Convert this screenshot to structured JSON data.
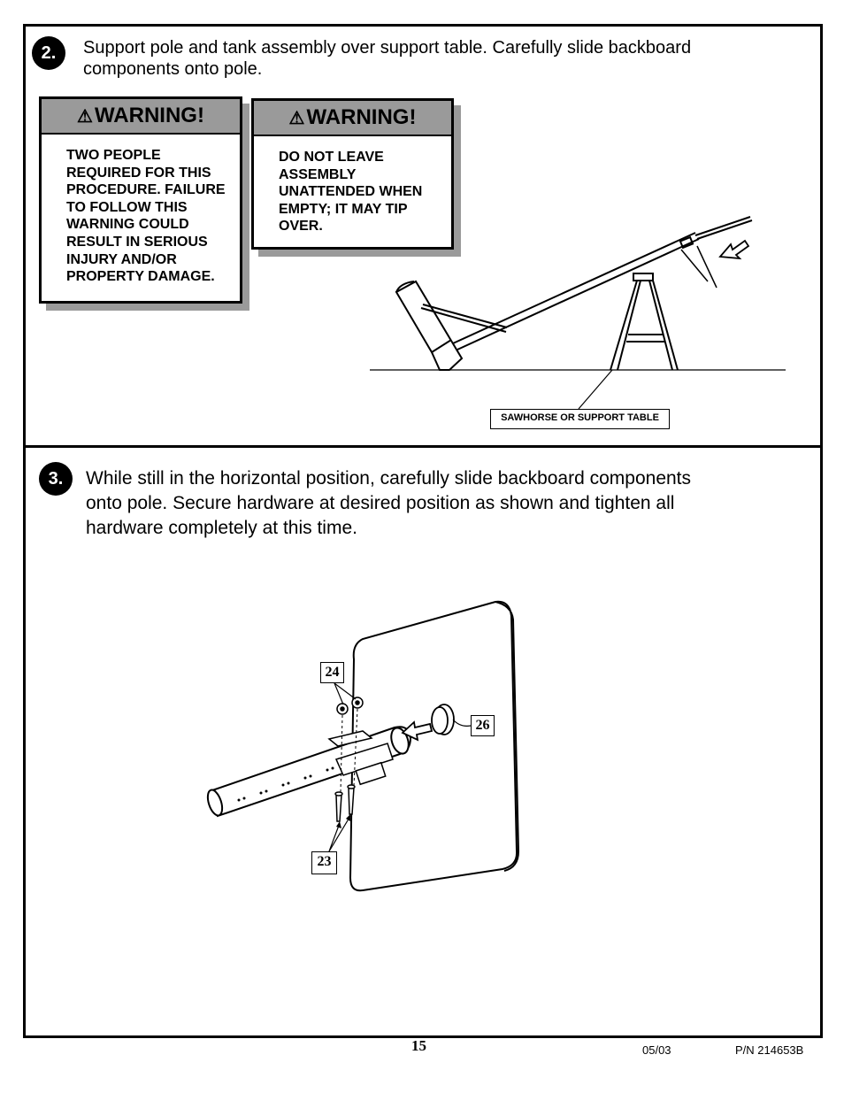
{
  "step2": {
    "number": "2.",
    "text_line1": "Support pole and tank assembly over support table.  Carefully slide backboard",
    "text_line2": "components onto pole."
  },
  "warning1": {
    "title": "WARNING!",
    "lines": [
      "TWO PEOPLE",
      "REQUIRED FOR THIS",
      "PROCEDURE.  FAILURE",
      "TO FOLLOW THIS",
      "WARNING COULD",
      "RESULT IN SERIOUS",
      "INJURY AND/OR",
      "PROPERTY DAMAGE."
    ]
  },
  "warning2": {
    "title": "WARNING!",
    "lines": [
      "DO NOT LEAVE",
      "ASSEMBLY",
      "UNATTENDED WHEN",
      "EMPTY; IT MAY TIP",
      "OVER."
    ]
  },
  "support_label": "SAWHORSE OR SUPPORT TABLE",
  "step3": {
    "number": "3.",
    "text_line1": "While still in the horizontal position, carefully slide backboard components",
    "text_line2": "onto pole.  Secure hardware at desired position as shown and tighten all",
    "text_line3": "hardware completely at this time."
  },
  "callouts": {
    "part24": "24",
    "part26": "26",
    "part23": "23"
  },
  "footer": {
    "page": "15",
    "date": "05/03",
    "part_number": "P/N 214653B"
  }
}
